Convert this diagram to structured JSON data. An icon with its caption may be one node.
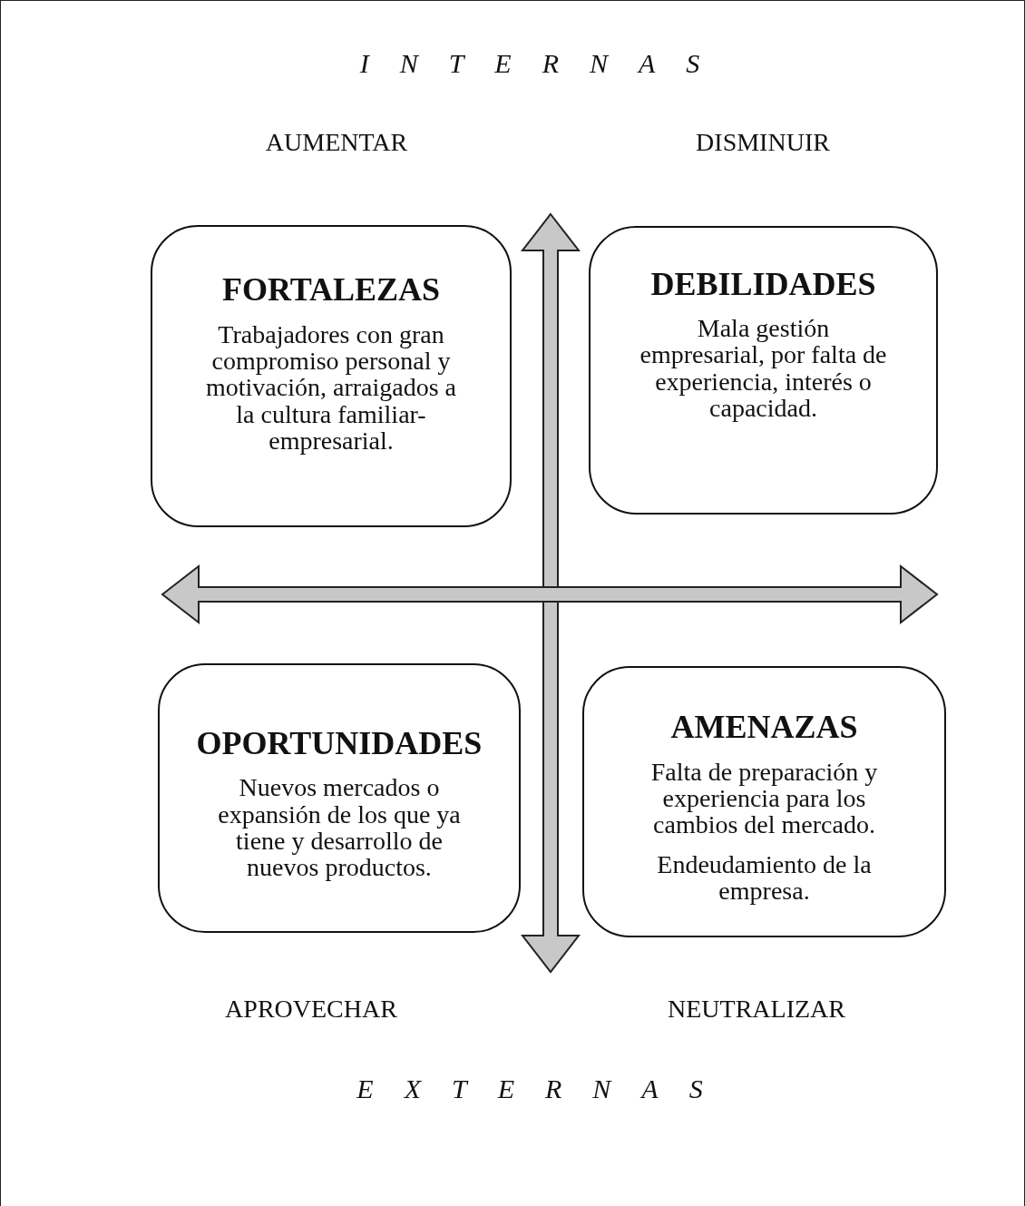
{
  "diagram": {
    "nodes": [
      {
        "text": [
          "FORTALEZAS",
          "Trabajadores con gran compromiso personal y motivación, arraigados a la cultura familiar-empresarial."
        ]
      },
      {
        "text": [
          "DEBILIDADES",
          "Mala gestión empresarial, por falta de experiencia, interés o capacidad."
        ]
      },
      {
        "text": [
          "OPORTUNIDADES",
          "Nuevos mercados o expansión de los que ya tiene y desarrollo de nuevos productos."
        ]
      },
      {
        "text": [
          "AMENAZAS",
          "Falta de preparación y experiencia para los cambios del mercado.",
          "Endeudamiento de la empresa."
        ]
      }
    ],
    "labels": [
      "INTERNAS",
      "AUMENTAR",
      "DISMINUIR",
      "APROVECHAR",
      "NEUTRALIZAR",
      "EXTERNAS"
    ]
  }
}
